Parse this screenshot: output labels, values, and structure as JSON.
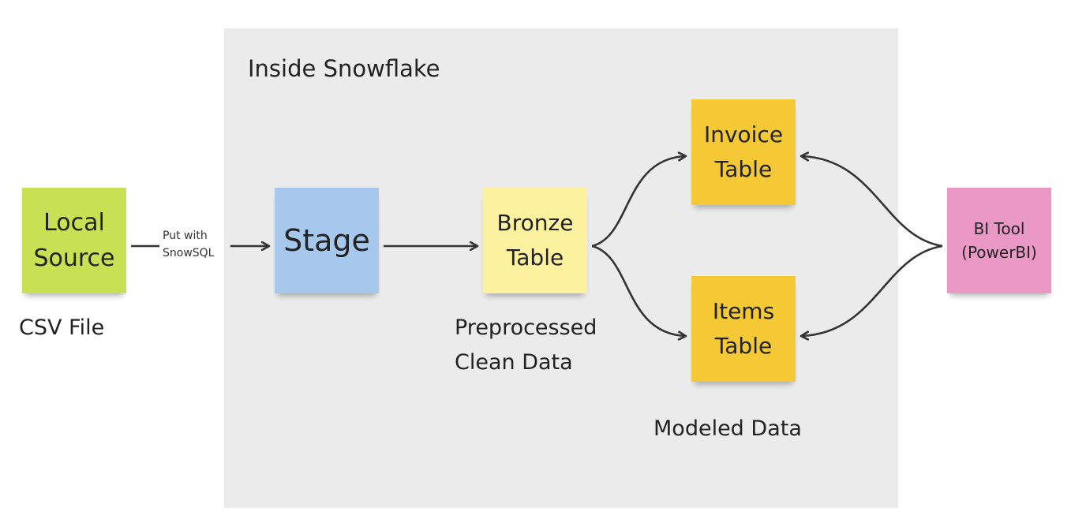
{
  "colors": {
    "local": "#c7e155",
    "stage": "#a7c8ed",
    "bronze": "#fbf19f",
    "modeled": "#f5c935",
    "bi": "#ea98c6",
    "area": "#ebebeb",
    "arrow": "#333333"
  },
  "area": {
    "title": "Inside Snowflake"
  },
  "notes": {
    "local": {
      "line1": "Local",
      "line2": "Source"
    },
    "stage": {
      "label": "Stage"
    },
    "bronze": {
      "line1": "Bronze",
      "line2": "Table"
    },
    "invoice": {
      "line1": "Invoice",
      "line2": "Table"
    },
    "items": {
      "line1": "Items",
      "line2": "Table"
    },
    "bi": {
      "line1": "BI Tool",
      "line2": "(PowerBI)"
    }
  },
  "captions": {
    "csv": "CSV File",
    "preprocessed": {
      "line1": "Preprocessed",
      "line2": "Clean Data"
    },
    "modeled": "Modeled Data"
  },
  "edges": {
    "put": {
      "line1": "Put with",
      "line2": "SnowSQL"
    }
  }
}
